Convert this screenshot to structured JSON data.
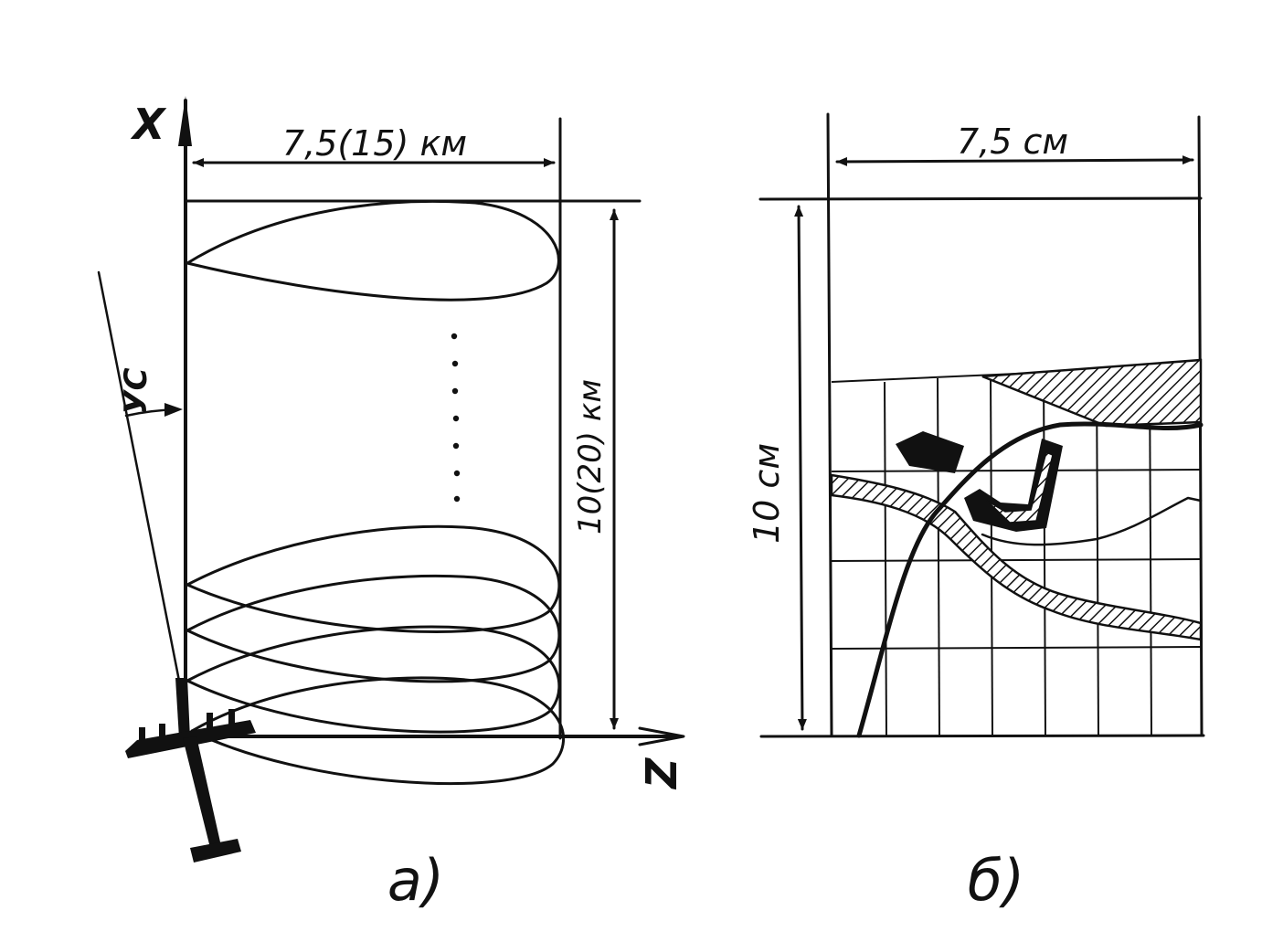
{
  "panel_a": {
    "axis_x_label": "X",
    "axis_z_label": "Z",
    "width_label": "7,5(15) км",
    "height_label": "10(20) км",
    "angle_label": "УС",
    "caption": "а)"
  },
  "panel_b": {
    "width_label": "7,5 см",
    "height_label": "10 см",
    "caption": "б)"
  },
  "colors": {
    "ink": "#111111",
    "background": "#ffffff"
  }
}
